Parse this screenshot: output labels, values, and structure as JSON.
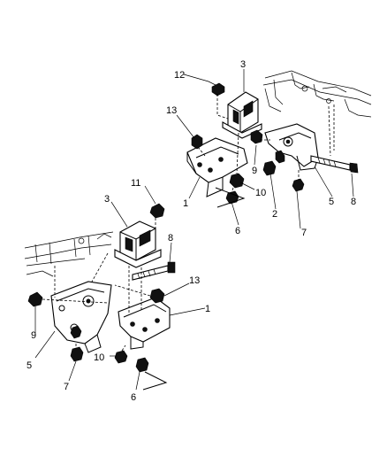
{
  "callouts": {
    "top": {
      "c12": "12",
      "c3": "3",
      "c13": "13",
      "c9": "9",
      "c1": "1",
      "c10": "10",
      "c6": "6",
      "c2": "2",
      "c7": "7",
      "c5": "5",
      "c8": "8"
    },
    "bottom": {
      "c11": "11",
      "c3": "3",
      "c8": "8",
      "c13": "13",
      "c1": "1",
      "c9": "9",
      "c5": "5",
      "c7": "7",
      "c10": "10",
      "c6": "6"
    }
  }
}
